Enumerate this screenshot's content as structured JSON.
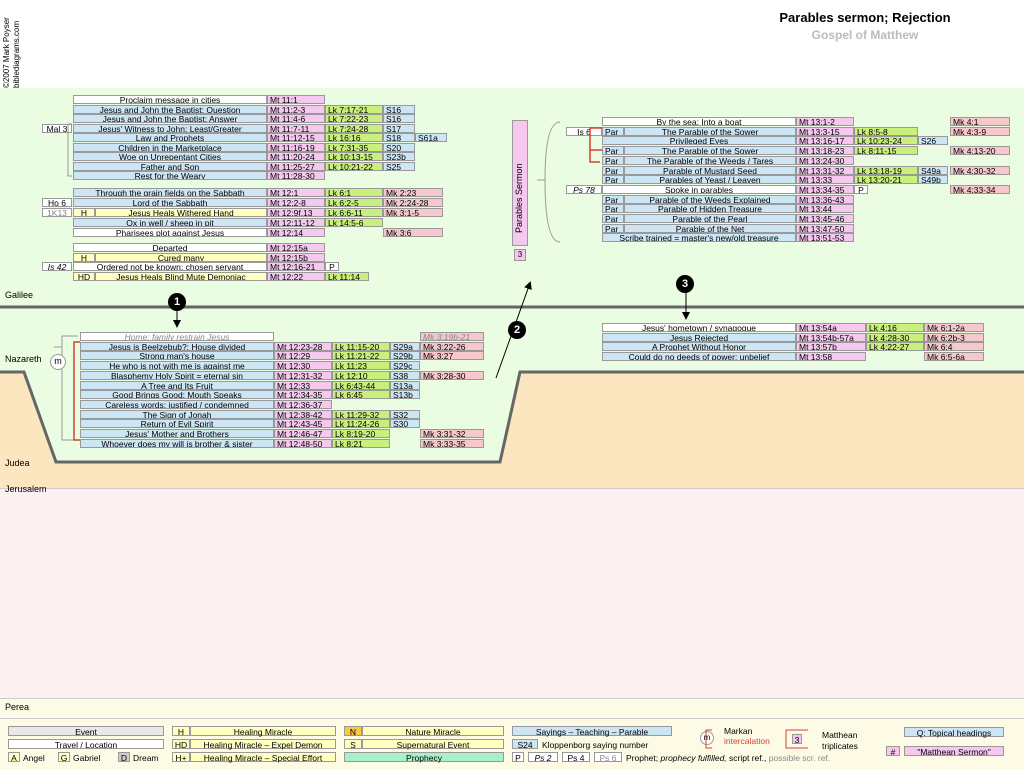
{
  "header": {
    "title": "Parables sermon; Rejection",
    "subtitle": "Gospel of Matthew",
    "copyright_line1": "©2007 Mark Poyser",
    "copyright_line2": "biblediagrams.com"
  },
  "regions": {
    "galilee": "Galilee",
    "nazareth": "Nazareth",
    "judea": "Judea",
    "jerusalem": "Jerusalem",
    "perea": "Perea"
  },
  "markers": {
    "m1": "1",
    "m2": "2",
    "m3": "3",
    "sermon_label": "Parables Sermon",
    "sermon_num": "3",
    "intercalation_m": "m"
  },
  "block1": [
    {
      "ev": "Proclaim message in cities",
      "mt": "Mt 11:1"
    },
    {
      "ev": "Jesus and John the Baptist: Question",
      "mt": "Mt 11:2-3",
      "lk": "Lk 7:17-21",
      "s": "S16"
    },
    {
      "ev": "Jesus and John the Baptist: Answer",
      "mt": "Mt 11:4-6",
      "lk": "Lk 7:22-23",
      "s": "S16"
    },
    {
      "pre": "Mal 3",
      "ev": "Jesus' Witness to John: Least/Greater",
      "mt": "Mt 11:7-11",
      "lk": "Lk 7:24-28",
      "s": "S17"
    },
    {
      "ev": "Law and Prophets",
      "mt": "Mt 11:12-15",
      "lk": "Lk 16:16",
      "s": "S18",
      "s2": "S61a"
    },
    {
      "ev": "Children in the Marketplace",
      "mt": "Mt 11:16-19",
      "lk": "Lk 7:31-35",
      "s": "S20"
    },
    {
      "ev": "Woe on Unrepentant Cities",
      "mt": "Mt 11:20-24",
      "lk": "Lk 10:13-15",
      "s": "S23b"
    },
    {
      "ev": "Father and Son",
      "mt": "Mt 11:25-27",
      "lk": "Lk 10:21-22",
      "s": "S25"
    },
    {
      "ev": "Rest for the Weary",
      "mt": "Mt 11:28-30"
    }
  ],
  "block2": [
    {
      "ev": "Through the grain fields on the Sabbath",
      "mt": "Mt 12:1",
      "lk": "Lk 6:1",
      "mk": "Mk 2:23"
    },
    {
      "pre": "Ho 6",
      "ev": "Lord of the Sabbath",
      "mt": "Mt 12:2-8",
      "lk": "Lk 6:2-5",
      "mk": "Mk 2:24-28"
    },
    {
      "pre": "1K13",
      "h": "H",
      "ev": "Jesus Heals Withered Hand",
      "mt": "Mt 12:9f,13",
      "lk": "Lk 6:6-11",
      "mk": "Mk 3:1-5"
    },
    {
      "ev": "Ox in well / sheep in pit",
      "mt": "Mt 12:11-12",
      "lk": "Lk 14:5-6"
    },
    {
      "ev": "Pharisees plot against Jesus",
      "mt": "Mt 12:14",
      "mk": "Mk 3:6"
    }
  ],
  "block3": [
    {
      "ev": "Departed",
      "mt": "Mt 12:15a"
    },
    {
      "h": "H",
      "ev": "Cured many",
      "mt": "Mt 12:15b"
    },
    {
      "pre": "Is 42",
      "ev": "Ordered not be known; chosen servant",
      "mt": "Mt 12:16-21",
      "p": "P"
    },
    {
      "h": "HD",
      "ev": "Jesus Heals Blind Mute Demoniac",
      "mt": "Mt 12:22",
      "lk": "Lk 11:14"
    }
  ],
  "block4": [
    {
      "ev": "Home; family restrain Jesus",
      "mk": "Mk 3:19b-21"
    },
    {
      "ev": "Jesus is Beelzebub?: House divided",
      "mt": "Mt 12:23-28",
      "lk": "Lk 11:15-20",
      "s": "S29a",
      "mk": "Mk 3:22-26"
    },
    {
      "ev": "Strong man's house",
      "mt": "Mt 12:29",
      "lk": "Lk 11:21-22",
      "s": "S29b",
      "mk": "Mk 3:27"
    },
    {
      "ev": "He who is not with me is against me",
      "mt": "Mt 12:30",
      "lk": "Lk 11:23",
      "s": "S29c"
    },
    {
      "ev": "Blasphemy Holy Spirit = eternal sin",
      "mt": "Mt 12:31-32",
      "lk": "Lk 12:10",
      "s": "S38",
      "mk": "Mk 3:28-30"
    },
    {
      "ev": "A Tree and Its Fruit",
      "mt": "Mt 12:33",
      "lk": "Lk 6:43-44",
      "s": "S13a"
    },
    {
      "ev": "Good Brings Good; Mouth Speaks",
      "mt": "Mt 12:34-35",
      "lk": "Lk 6:45",
      "s": "S13b"
    },
    {
      "ev": "Careless words: justified / condemned",
      "mt": "Mt 12:36-37"
    },
    {
      "ev": "The Sign of Jonah",
      "mt": "Mt 12:38-42",
      "lk": "Lk 11:29-32",
      "s": "S32"
    },
    {
      "ev": "Return of Evil Spirit",
      "mt": "Mt 12:43-45",
      "lk": "Lk 11:24-26",
      "s": "S30"
    },
    {
      "ev": "Jesus' Mother and Brothers",
      "mt": "Mt 12:46-47",
      "lk": "Lk 8:19-20",
      "mk": "Mk 3:31-32"
    },
    {
      "ev": "Whoever does my will is brother & sister",
      "mt": "Mt 12:48-50",
      "lk": "Lk 8:21",
      "mk": "Mk 3:33-35"
    }
  ],
  "block5": [
    {
      "ev": "By the sea: Into a boat",
      "mt": "Mt 13:1-2",
      "mk": "Mk 4:1"
    },
    {
      "pre": "Is 6",
      "tag": "Par",
      "ev": "The Parable of the Sower",
      "mt": "Mt 13:3-15",
      "lk": "Lk 8:5-8",
      "mk": "Mk 4:3-9"
    },
    {
      "ev": "Privileged Eyes",
      "mt": "Mt 13:16-17",
      "lk": "Lk 10:23-24",
      "s": "S26"
    },
    {
      "tag": "Par",
      "ev": "The Parable of the Sower",
      "mt": "Mt 13:18-23",
      "lk": "Lk 8:11-15",
      "mk": "Mk 4:13-20"
    },
    {
      "tag": "Par",
      "ev": "The Parable of the Weeds / Tares",
      "mt": "Mt 13:24-30"
    },
    {
      "tag": "Par",
      "ev": "Parable of Mustard Seed",
      "mt": "Mt 13:31-32",
      "lk": "Lk 13:18-19",
      "s": "S49a",
      "mk": "Mk 4:30-32"
    },
    {
      "tag": "Par",
      "ev": "Parables of Yeast / Leaven",
      "mt": "Mt 13:33",
      "lk": "Lk 13:20-21",
      "s": "S49b"
    },
    {
      "pre": "Ps 78",
      "ev": "Spoke in parables",
      "mt": "Mt 13:34-35",
      "p": "P",
      "mk": "Mk 4:33-34"
    },
    {
      "tag": "Par",
      "ev": "Parable of the Weeds Explained",
      "mt": "Mt 13:36-43"
    },
    {
      "tag": "Par",
      "ev": "Parable of Hidden Treasure",
      "mt": "Mt 13:44"
    },
    {
      "tag": "Par",
      "ev": "Parable of the Pearl",
      "mt": "Mt 13:45-46"
    },
    {
      "tag": "Par",
      "ev": "Parable of the Net",
      "mt": "Mt 13:47-50"
    },
    {
      "ev": "Scribe trained = master's new/old treasure",
      "mt": "Mt 13:51-53"
    }
  ],
  "block6": [
    {
      "ev": "Jesus' hometown / synagogue",
      "mt": "Mt 13:54a",
      "lk": "Lk 4:16",
      "mk": "Mk 6:1-2a"
    },
    {
      "ev": "Jesus Rejected",
      "mt": "Mt 13:54b-57a",
      "lk": "Lk 4:28-30",
      "mk": "Mk 6:2b-3"
    },
    {
      "ev": "A Prophet Without Honor",
      "mt": "Mt 13:57b",
      "lk": "Lk 4:22-27",
      "mk": "Mk 6:4"
    },
    {
      "ev": "Could do no deeds of power; unbelief",
      "mt": "Mt 13:58",
      "mk": "Mk 6:5-6a"
    }
  ],
  "legend": {
    "event": "Event",
    "travel": "Travel / Location",
    "a": "A",
    "angel": "Angel",
    "g": "G",
    "gabriel": "Gabriel",
    "d": "D",
    "dream": "Dream",
    "h": "H",
    "healing": "Healing Miracle",
    "hd": "HD",
    "healing_demon": "Healing Miracle – Expel Demon",
    "hplus": "H+",
    "healing_effort": "Healing Miracle – Special Effort",
    "n": "N",
    "nature": "Nature Miracle",
    "s": "S",
    "supernatural": "Supernatural Event",
    "prophecy": "Prophecy",
    "sayings": "Sayings – Teaching – Parable",
    "s24": "S24",
    "kloppenborg": "Kloppenborg saying number",
    "p": "P",
    "ps2": "Ps 2",
    "ps4": "Ps 4",
    "ps6": "Ps 6",
    "prophet_text": "Prophet;",
    "prophecy_fulfilled": "prophecy fulfilled,",
    "script_ref": "script ref.,",
    "possible_ref": "possible scr. ref.",
    "m": "m",
    "markan": "Markan",
    "intercalation": "intercalation",
    "three": "3",
    "matthean": "Matthean",
    "triplicates": "triplicates",
    "topical": "Q: Topical headings",
    "hash": "#",
    "sermon": "\"Matthean Sermon\""
  },
  "colors": {
    "galilee": "#eafce2",
    "judea": "#fbe6c0",
    "jerusalem": "#fdf0f0",
    "perea": "#fdfbe6",
    "say": "#cce6f6",
    "mt": "#f6c8f0",
    "lk": "#c8f07a",
    "mk": "#f6c8cc"
  }
}
